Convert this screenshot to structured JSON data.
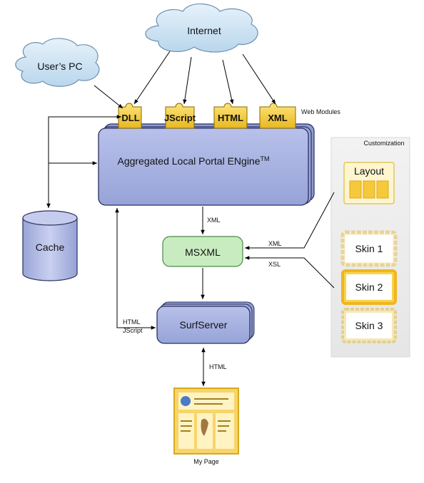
{
  "nodes": {
    "internet": "Internet",
    "users_pc": "User’s PC",
    "dll": "DLL",
    "jscript": "JScript",
    "html": "HTML",
    "xml": "XML",
    "web_modules": "Web Modules",
    "alpe": "Aggregated Local Portal ENgine",
    "alpe_tm": "TM",
    "cache": "Cache",
    "msxml": "MSXML",
    "surfserver": "SurfServer",
    "my_page": "My Page"
  },
  "customization": {
    "title": "Customization",
    "layout": "Layout",
    "skins": [
      "Skin 1",
      "Skin 2",
      "Skin 3"
    ]
  },
  "edge_labels": {
    "alpe_to_msxml": "XML",
    "layout_to_msxml": "XML",
    "skins_to_msxml": "XSL",
    "alpe_to_surf_1": "HTML",
    "alpe_to_surf_2": "JScript",
    "surf_to_page": "HTML"
  },
  "colors": {
    "engine_fill": "#aab4e2",
    "msxml_fill": "#c8ecc0",
    "module_fill": "#f6d24a",
    "cloud_fill": "#cde4f4",
    "panel_fill": "#eeeeee"
  }
}
